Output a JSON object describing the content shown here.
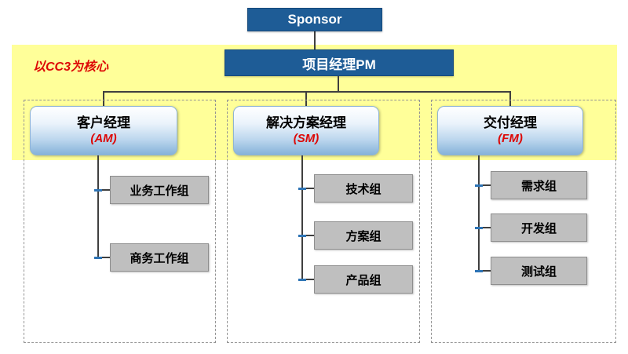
{
  "colors": {
    "dark_blue": "#1e5c96",
    "yellow": "#ffff99",
    "red": "#dd0806",
    "gray": "#bfbfbf",
    "line": "#3f3f3f",
    "tick": "#2e74b5"
  },
  "chart": {
    "sponsor_label": "Sponsor",
    "core_label": "以CC3为核心",
    "pm_label": "项目经理PM",
    "branches": [
      {
        "title": "客户经理",
        "tag": "(AM)",
        "children": [
          "业务工作组",
          "商务工作组"
        ]
      },
      {
        "title": "解决方案经理",
        "tag": "(SM)",
        "children": [
          "技术组",
          "方案组",
          "产品组"
        ]
      },
      {
        "title": "交付经理",
        "tag": "(FM)",
        "children": [
          "需求组",
          "开发组",
          "测试组"
        ]
      }
    ]
  }
}
